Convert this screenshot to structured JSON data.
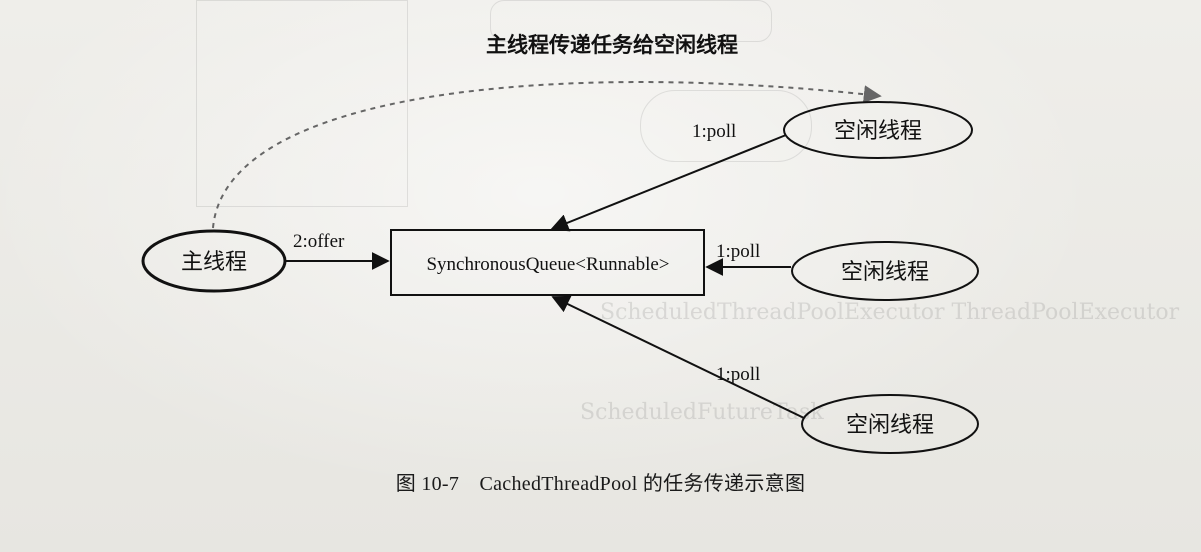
{
  "diagram": {
    "top_annotation": "主线程传递任务给空闲线程",
    "main_thread_label": "主线程",
    "queue_label": "SynchronousQueue<Runnable>",
    "offer_label": "2:offer",
    "idle_threads": [
      {
        "label": "空闲线程",
        "edge_label": "1:poll"
      },
      {
        "label": "空闲线程",
        "edge_label": "1:poll"
      },
      {
        "label": "空闲线程",
        "edge_label": "1:poll"
      }
    ]
  },
  "caption": "图 10-7　CachedThreadPool 的任务传递示意图"
}
